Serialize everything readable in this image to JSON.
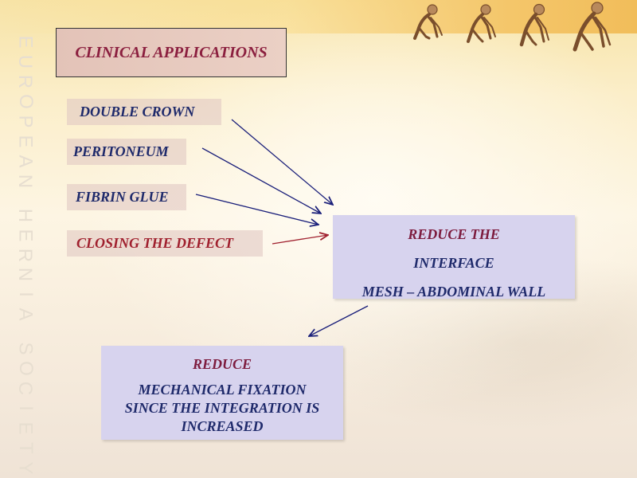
{
  "watermark": "EUROPEAN HERNIA SOCIETY",
  "title": "CLINICAL APPLICATIONS",
  "items": [
    {
      "label": "DOUBLE CROWN",
      "color": "#1f2a6b"
    },
    {
      "label": "PERITONEUM",
      "color": "#1f2a6b"
    },
    {
      "label": "FIBRIN GLUE",
      "color": "#1f2a6b"
    },
    {
      "label": "CLOSING THE DEFECT",
      "color": "#a0202e"
    }
  ],
  "result_box": {
    "heading": "REDUCE THE",
    "line2": "INTERFACE",
    "line3": "MESH – ABDOMINAL WALL"
  },
  "outcome_box": {
    "heading": "REDUCE",
    "line2": "MECHANICAL FIXATION",
    "line3": "SINCE THE INTEGRATION IS",
    "line4": "INCREASED"
  },
  "colors": {
    "arrow_blue": "#1a1f7a",
    "arrow_red": "#a0202e",
    "box_fill": "#d7d3ee",
    "title_text": "#8b1f3f"
  }
}
